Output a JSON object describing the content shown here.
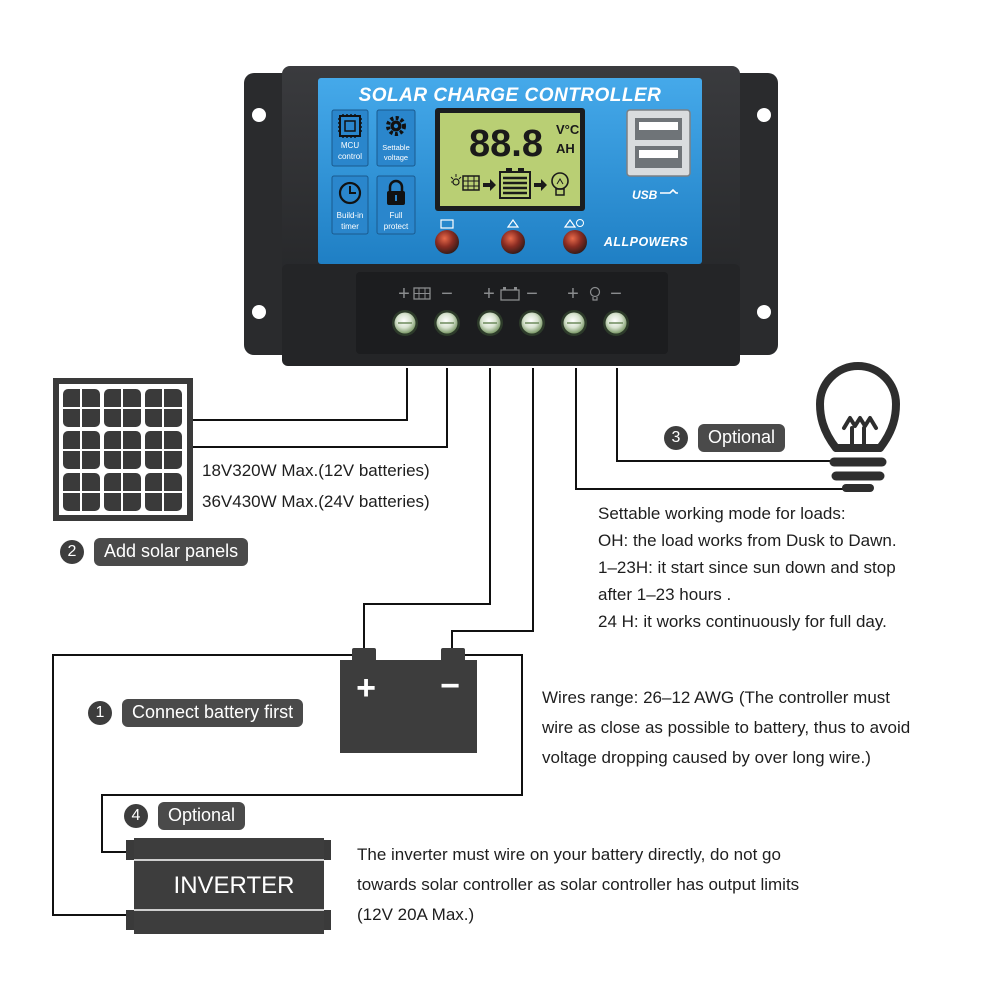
{
  "controller": {
    "title": "SOLAR CHARGE CONTROLLER",
    "lcd_digits": "88.8",
    "lcd_unit_top": "V°C",
    "lcd_unit_bottom": "AH",
    "features": [
      {
        "label_1": "MCU",
        "label_2": "control",
        "icon": "chip-icon"
      },
      {
        "label_1": "Settable",
        "label_2": "voltage",
        "icon": "gear-icon"
      },
      {
        "label_1": "Build-in",
        "label_2": "timer",
        "icon": "clock-icon"
      },
      {
        "label_1": "Full",
        "label_2": "protect",
        "icon": "lock-icon"
      }
    ],
    "usb_label": "USB",
    "brand": "ALLPOWERS",
    "terminal_signs": [
      "+",
      "−",
      "+",
      "−",
      "+",
      "−"
    ]
  },
  "solar": {
    "spec_1": "18V320W Max.(12V batteries)",
    "spec_2": "36V430W Max.(24V batteries)"
  },
  "steps": [
    {
      "number": "1",
      "label": "Connect battery first"
    },
    {
      "number": "2",
      "label": "Add solar panels"
    },
    {
      "number": "3",
      "label": "Optional"
    },
    {
      "number": "4",
      "label": "Optional"
    }
  ],
  "load_modes": {
    "lines": [
      "Settable working mode for loads:",
      "OH: the load works from Dusk to Dawn.",
      "1–23H: it start since sun down and stop",
      "after 1–23 hours .",
      "24 H: it works continuously for full day."
    ]
  },
  "wires_note": {
    "lines": [
      "Wires range: 26–12 AWG (The controller must",
      "wire as close as possible to battery, thus to avoid",
      "voltage dropping caused by over long wire.)"
    ]
  },
  "battery": {
    "plus": "+",
    "minus": "−"
  },
  "inverter": {
    "label": "INVERTER",
    "note_lines": [
      "The inverter must wire on your battery directly, do not go",
      "towards solar controller as solar controller has output limits",
      "(12V 20A Max.)"
    ]
  },
  "colors": {
    "panel_blue": "#2f95d8",
    "body_dark": "#2b2c2e",
    "lcd_green": "#b9cf74",
    "label_bg": "#4a4a4a"
  }
}
